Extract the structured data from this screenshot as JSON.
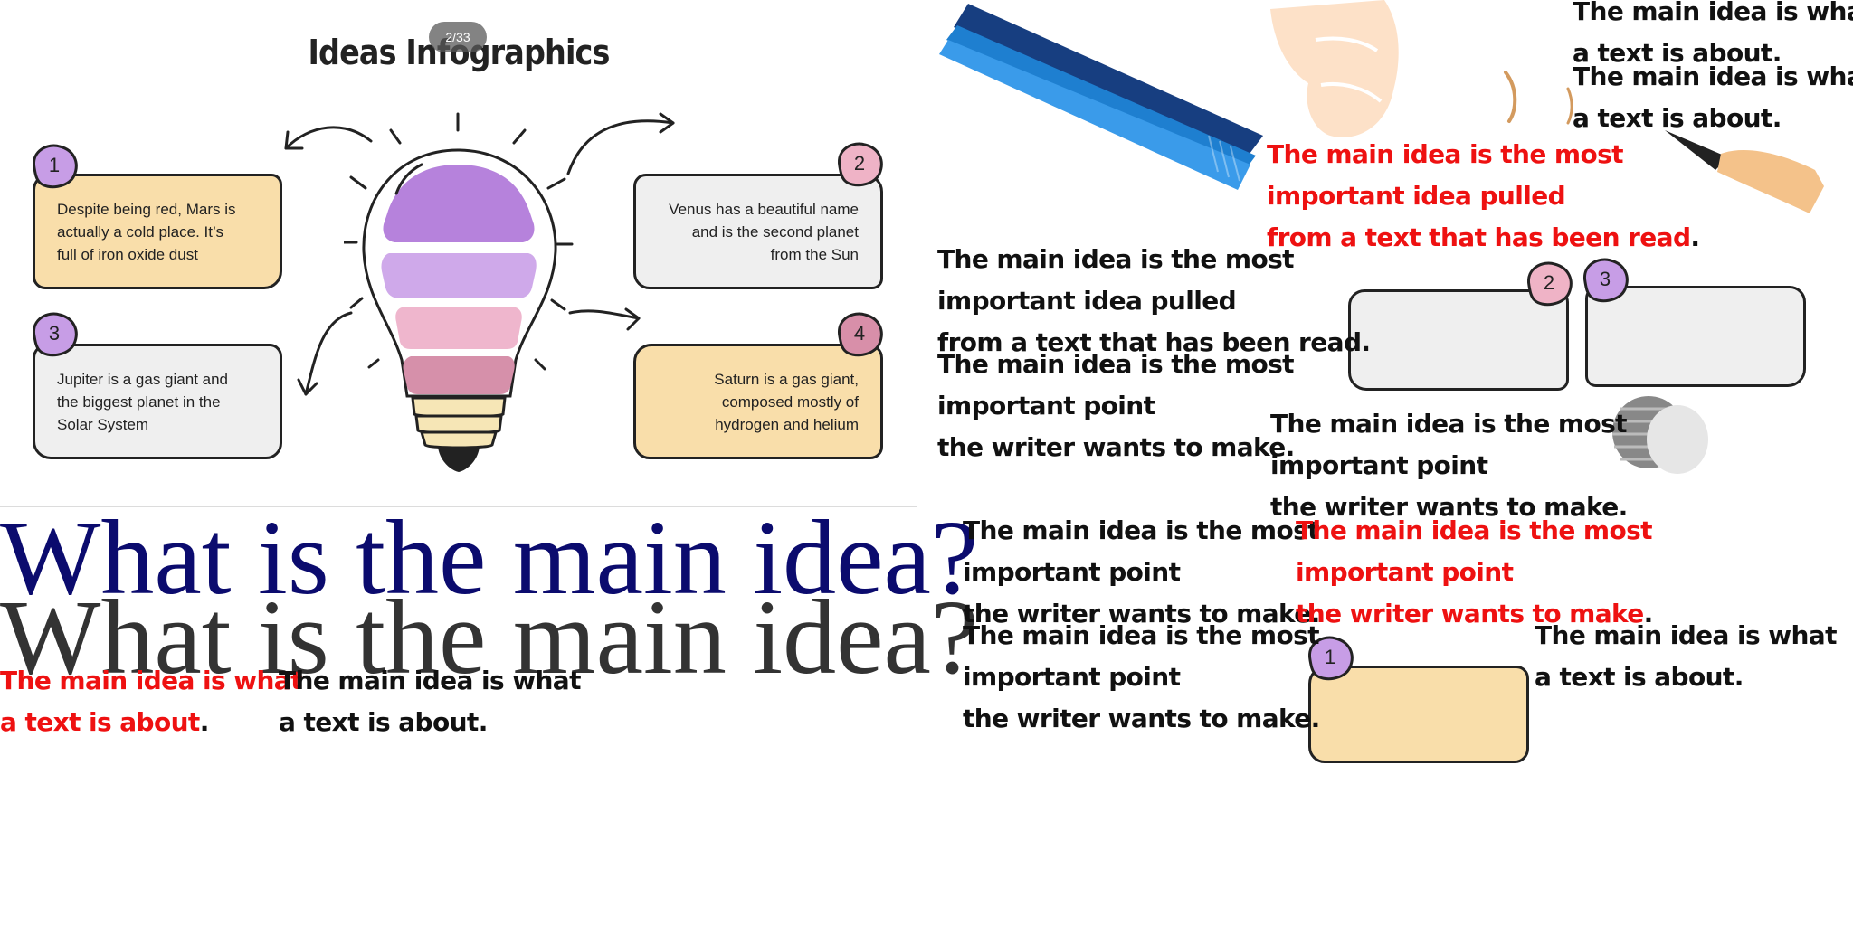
{
  "slide": {
    "title": "Ideas Infographics",
    "counter": "2/33",
    "cards": [
      {
        "number": "1",
        "text": "Despite being red, Mars is actually a cold place. It’s full of iron oxide dust",
        "color": "#f9deaa",
        "badge": "#c79de6"
      },
      {
        "number": "2",
        "text": "Venus has a beautiful name and is the second planet from the Sun",
        "color": "#efefef",
        "badge": "#efb3c6"
      },
      {
        "number": "3",
        "text": "Jupiter is a gas giant and the biggest planet in the Solar System",
        "color": "#efefef",
        "badge": "#c79de6"
      },
      {
        "number": "4",
        "text": "Saturn is a gas giant, composed mostly of hydrogen and helium",
        "color": "#f9deaa",
        "badge": "#d88fa9"
      }
    ]
  },
  "heading": {
    "line1": "What is the main idea?",
    "line2": "What is the main idea?",
    "color1": "#0b0b6e",
    "color2": "#333333"
  },
  "texts": {
    "about_l1": "The main idea is what",
    "about_l2": "a text is about",
    "about_dot": ".",
    "about_full_l2": "a text is about.",
    "pulled_l1": "The main idea is the most",
    "pulled_l2": "important idea pulled",
    "pulled_l3": "from a text that has been read",
    "pulled_full_l3": "from a text that has been read.",
    "point_l1": "The main idea is the most",
    "point_l2": "important point",
    "point_l3": "the writer wants to make",
    "point_full_l3": "the writer wants to make."
  },
  "stickers": [
    {
      "number": "2",
      "badge": "#efb3c6"
    },
    {
      "number": "3",
      "badge": "#c79de6"
    },
    {
      "number": "1",
      "badge": "#c79de6"
    }
  ],
  "colors": {
    "accent_red": "#ee1111",
    "bulb_purple": "#b682dc",
    "bulb_lilac": "#cfa9ea",
    "bulb_pink": "#efb6cd",
    "bulb_rose": "#d690aa",
    "pencil_blue": "#1e7fd0",
    "pencil_navy": "#173e80",
    "skin": "#fde1c8"
  }
}
